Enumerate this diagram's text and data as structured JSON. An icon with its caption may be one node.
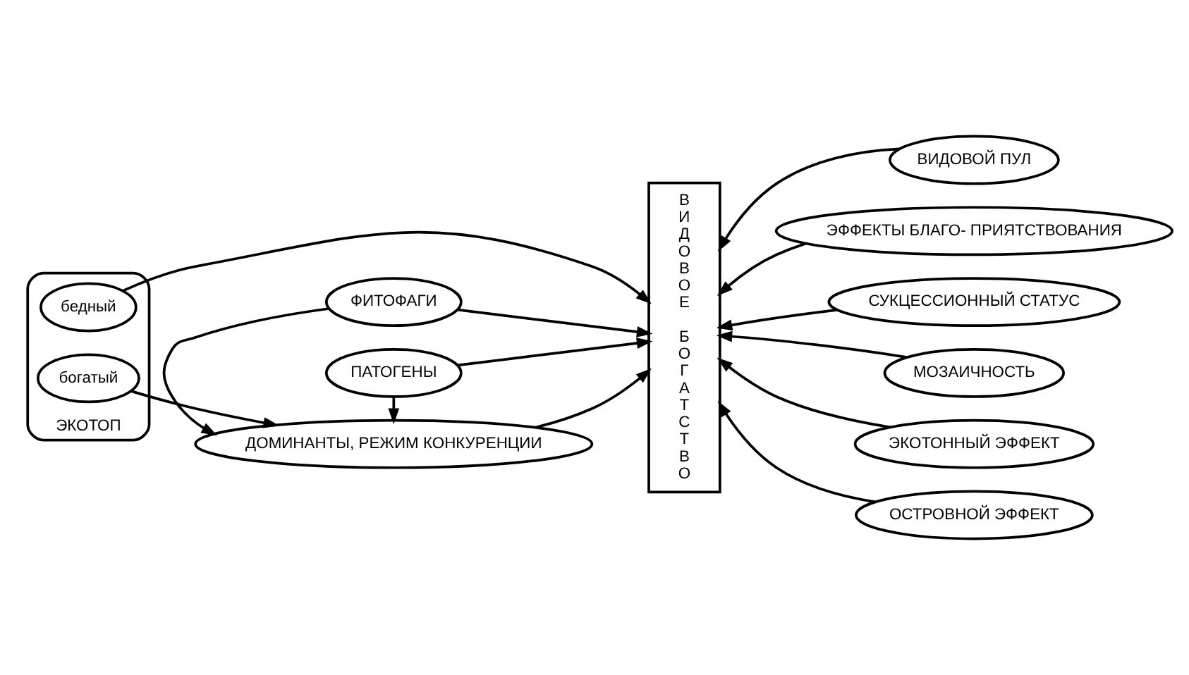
{
  "diagram": {
    "nodes": [
      {
        "text": [
          "ЭКОТОП"
        ]
      },
      {
        "text": [
          "богатый"
        ],
        "in": 0
      },
      {
        "text": [
          "бедный"
        ],
        "in": 0
      },
      {
        "text": [
          "ФИТОФАГИ"
        ]
      },
      {
        "text": [
          "ДОМИНАНТЫ, РЕЖИМ КОНКУРЕНЦИИ"
        ]
      },
      {
        "text": [
          "ПАТОГЕНЫ"
        ]
      },
      {
        "text": [
          "ВИДОВОЕ БОГАТСТВО"
        ]
      },
      {
        "text": [
          "ВИДОВОЙ ПУЛ"
        ]
      },
      {
        "text": [
          "ЭФФЕКТЫ БЛАГО- ПРИЯТСТВОВАНИЯ"
        ]
      },
      {
        "text": [
          "СУКЦЕССИОННЫЙ СТАТУС"
        ]
      },
      {
        "text": [
          "МОЗАИЧНОСТЬ"
        ]
      },
      {
        "text": [
          "ЭКОТОННЫЙ ЭФФЕКТ"
        ]
      },
      {
        "text": [
          "ОСТРОВНОЙ ЭФФЕКТ"
        ]
      }
    ],
    "edges": [
      {
        "from": 3,
        "to": 6,
        "arrow": "to"
      },
      {
        "from": 3,
        "to": 4,
        "arrow": "to"
      },
      {
        "from": 1,
        "to": 4,
        "arrow": "to"
      },
      {
        "from": 4,
        "to": 6,
        "arrow": "to"
      },
      {
        "from": 2,
        "to": 6,
        "arrow": "to"
      },
      {
        "from": 5,
        "to": 4,
        "arrow": "to"
      },
      {
        "from": 5,
        "to": 6,
        "arrow": "to"
      },
      {
        "from": 7,
        "to": 6,
        "arrow": "to"
      },
      {
        "from": 8,
        "to": 6,
        "arrow": "to"
      },
      {
        "from": 9,
        "to": 6,
        "arrow": "to"
      },
      {
        "from": 10,
        "to": 6,
        "arrow": "to"
      },
      {
        "from": 11,
        "to": 6,
        "arrow": "to"
      },
      {
        "from": 12,
        "to": 6,
        "arrow": "to"
      }
    ]
  }
}
